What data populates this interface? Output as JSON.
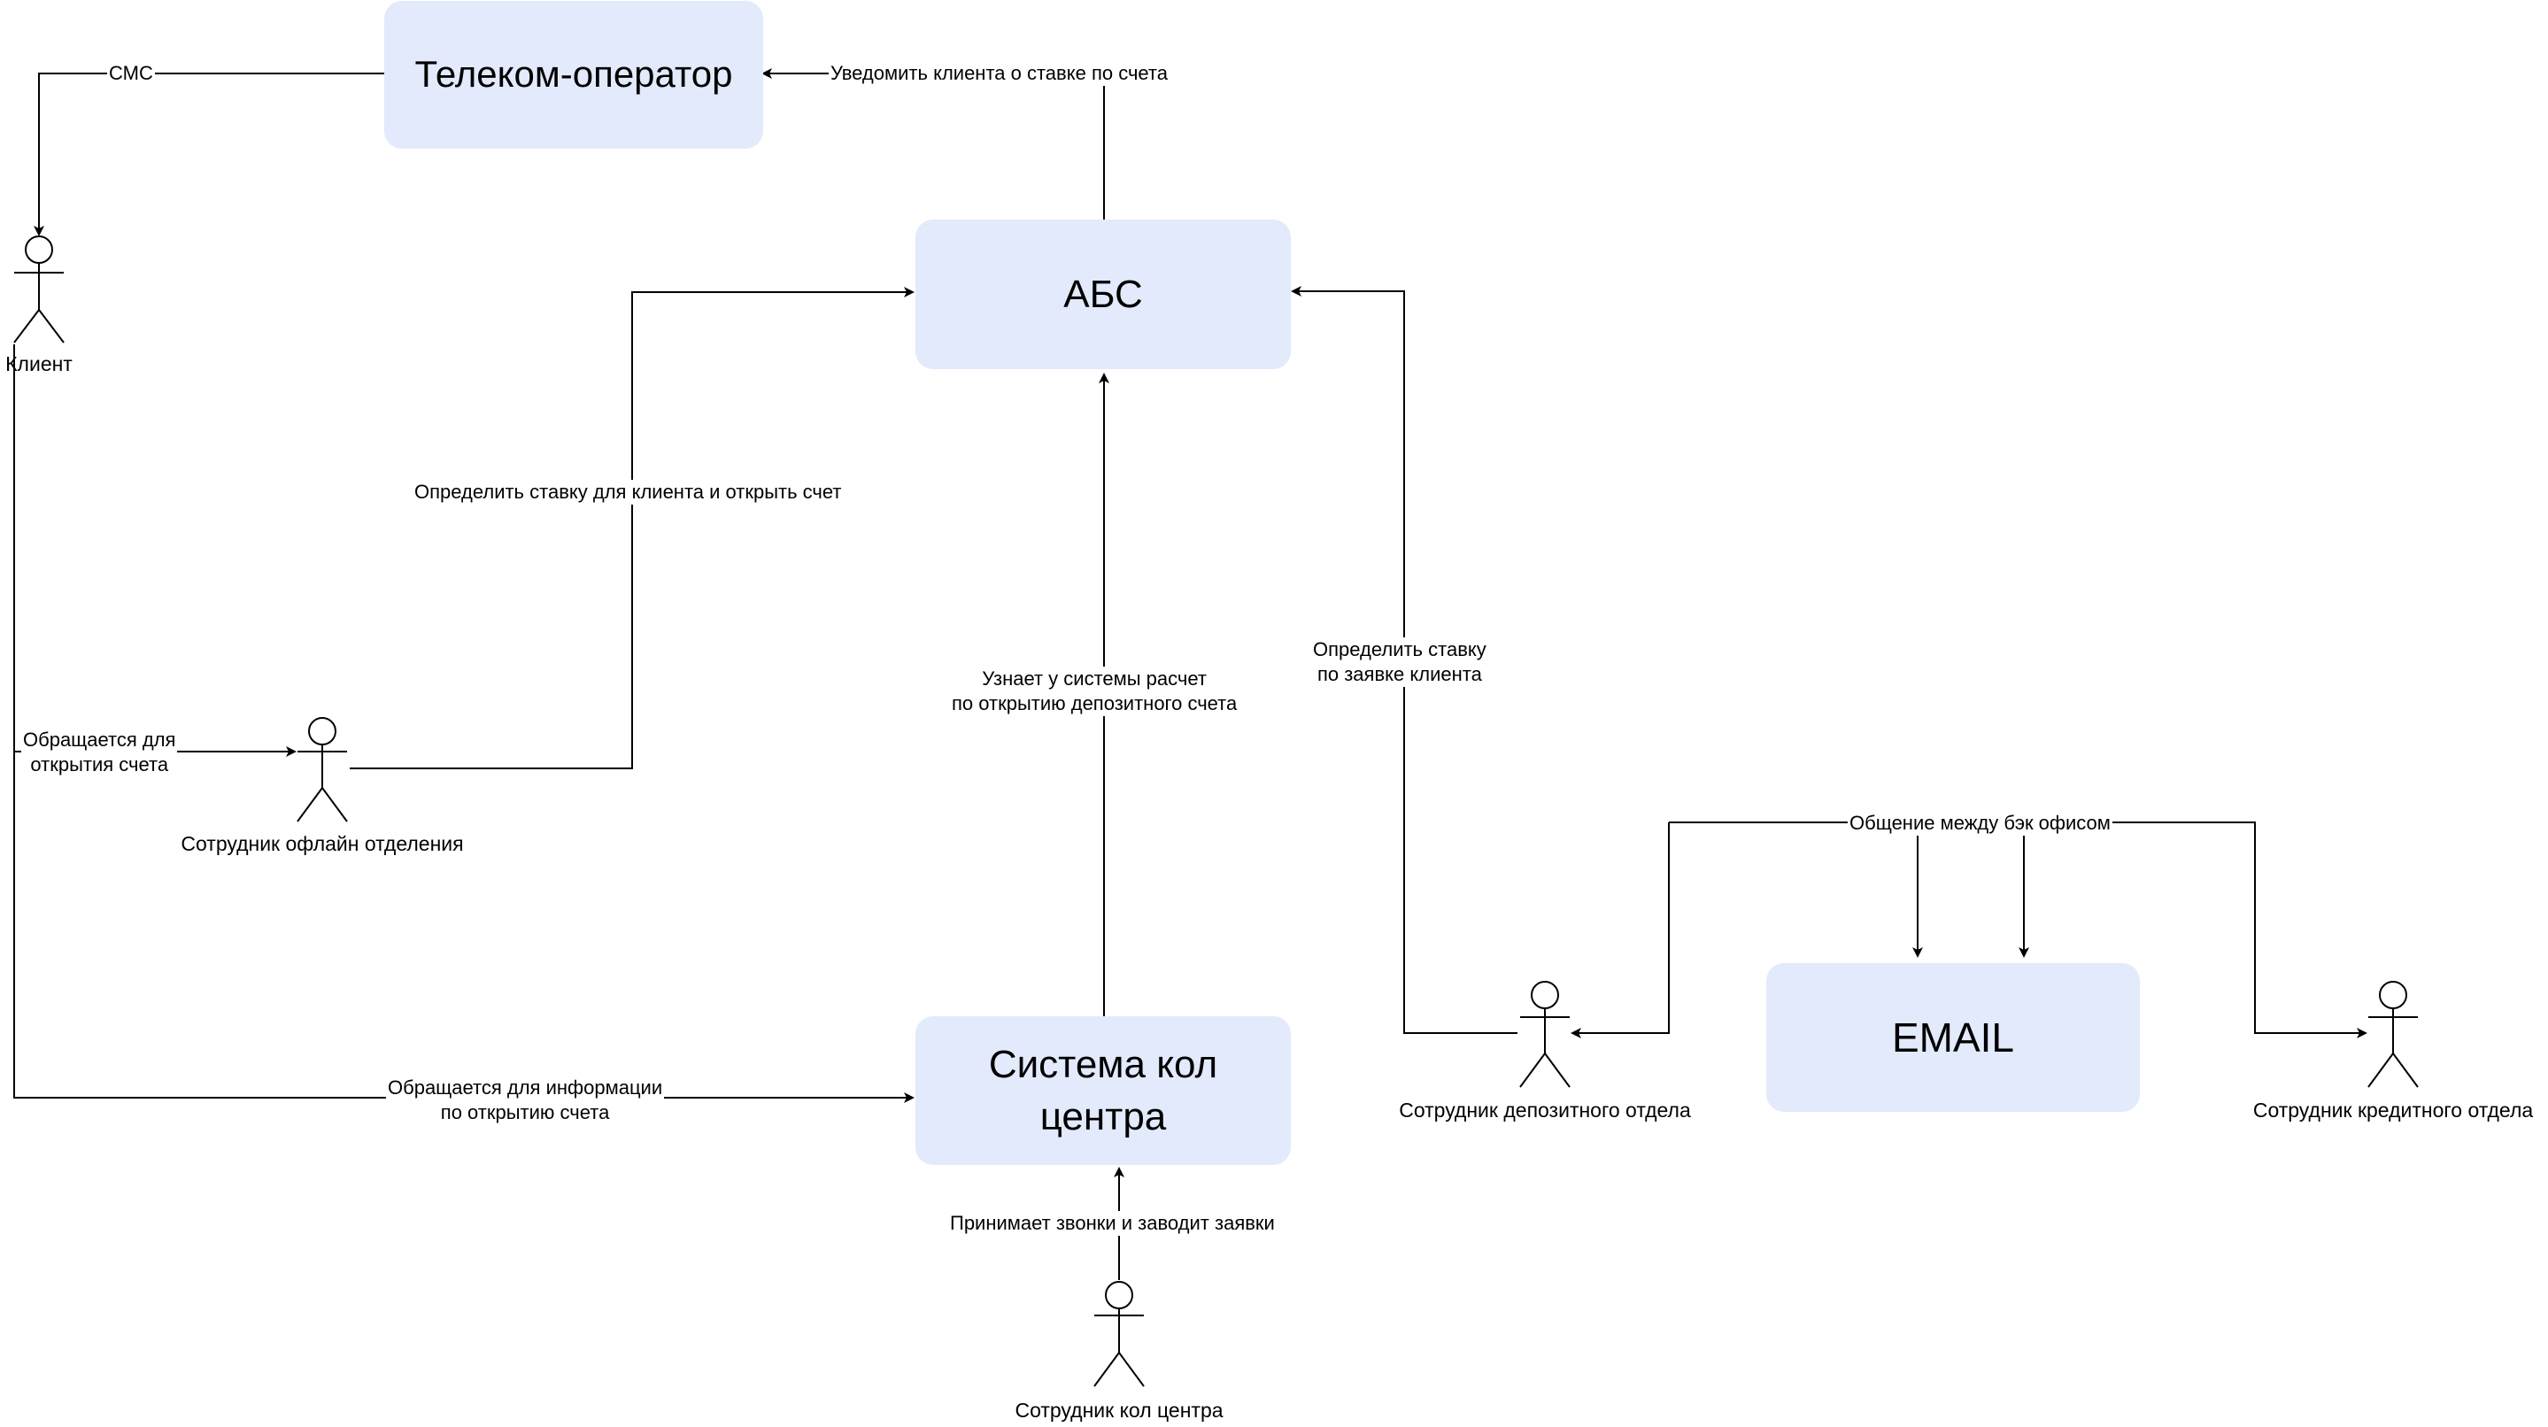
{
  "nodes": {
    "telecom": "Телеком-оператор",
    "abs": "АБС",
    "callcenter_line1": "Система кол",
    "callcenter_line2": "центра",
    "email": "EMAIL"
  },
  "actors": {
    "client": "Клиент",
    "offline": "Сотрудник офлайн отделения",
    "deposit": "Сотрудник депозитного отдела",
    "credit": "Сотрудник кредитного отдела",
    "callcenter": "Сотрудник кол центра"
  },
  "edges": {
    "sms": "СМС",
    "notify": "Уведомить клиента о ставке по счета",
    "define_open": "Определить ставку для клиента и открыть счет",
    "learn_line1": "Узнает у системы расчет",
    "learn_line2": "по открытию депозитного счета",
    "define_rate_line1": "Определить ставку",
    "define_rate_line2": "по заявке клиента",
    "apply_open_line1": "Обращается для",
    "apply_open_line2": "открытия счета",
    "apply_info_line1": "Обращается для информации",
    "apply_info_line2": "по открытию счета",
    "calls": "Принимает звонки и заводит заявки",
    "backoffice": "Общение между бэк офисом"
  },
  "colors": {
    "node_fill": "#e2eafb",
    "line": "#000000"
  }
}
